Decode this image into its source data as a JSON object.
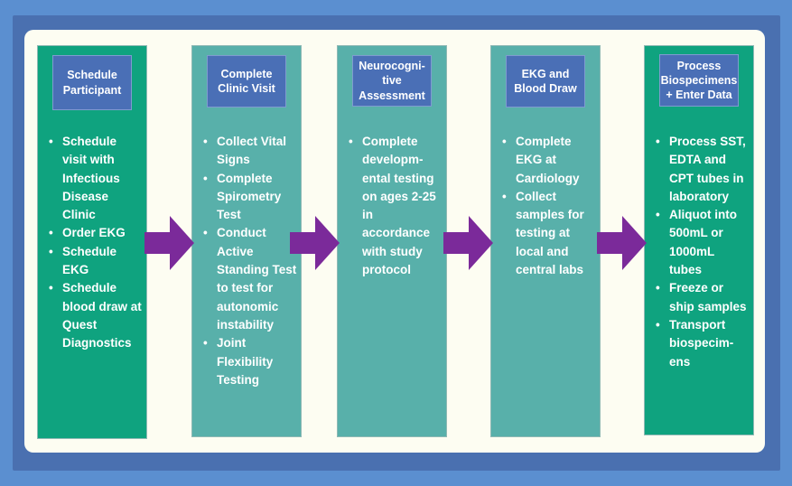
{
  "colors": {
    "outer_background": "#5b8fd0",
    "frame": "#4a70b0",
    "canvas": "#fdfdf2",
    "step_green": "#0fa37f",
    "step_teal": "#58b0aa",
    "header_blue": "#4a6fb6",
    "arrow_purple": "#7b2a9a"
  },
  "steps": [
    {
      "title": "Schedule Participant",
      "items": [
        "Schedule visit with Infectious Disease Clinic",
        "Order EKG",
        "Schedule EKG",
        "Schedule blood draw at Quest Diagnostics"
      ]
    },
    {
      "title": "Complete Clinic Visit",
      "items": [
        "Collect Vital Signs",
        "Complete Spirometry Test",
        "Conduct Active Standing Test to test for autonomic instability",
        "Joint Flexibility Testing"
      ]
    },
    {
      "title": "Neurocogni-tive Assessment",
      "items": [
        "Complete developm-ental testing on ages 2-25 in accordance with study protocol"
      ]
    },
    {
      "title": "EKG and Blood Draw",
      "items": [
        "Complete EKG at Cardiology",
        "Collect samples for testing at local and central labs"
      ]
    },
    {
      "title": "Process Biospecimens + Enter Data",
      "items": [
        "Process SST, EDTA and CPT tubes in laboratory",
        "Aliquot into 500mL or 1000mL tubes",
        "Freeze or ship samples",
        "Transport biospecim-ens"
      ]
    }
  ]
}
